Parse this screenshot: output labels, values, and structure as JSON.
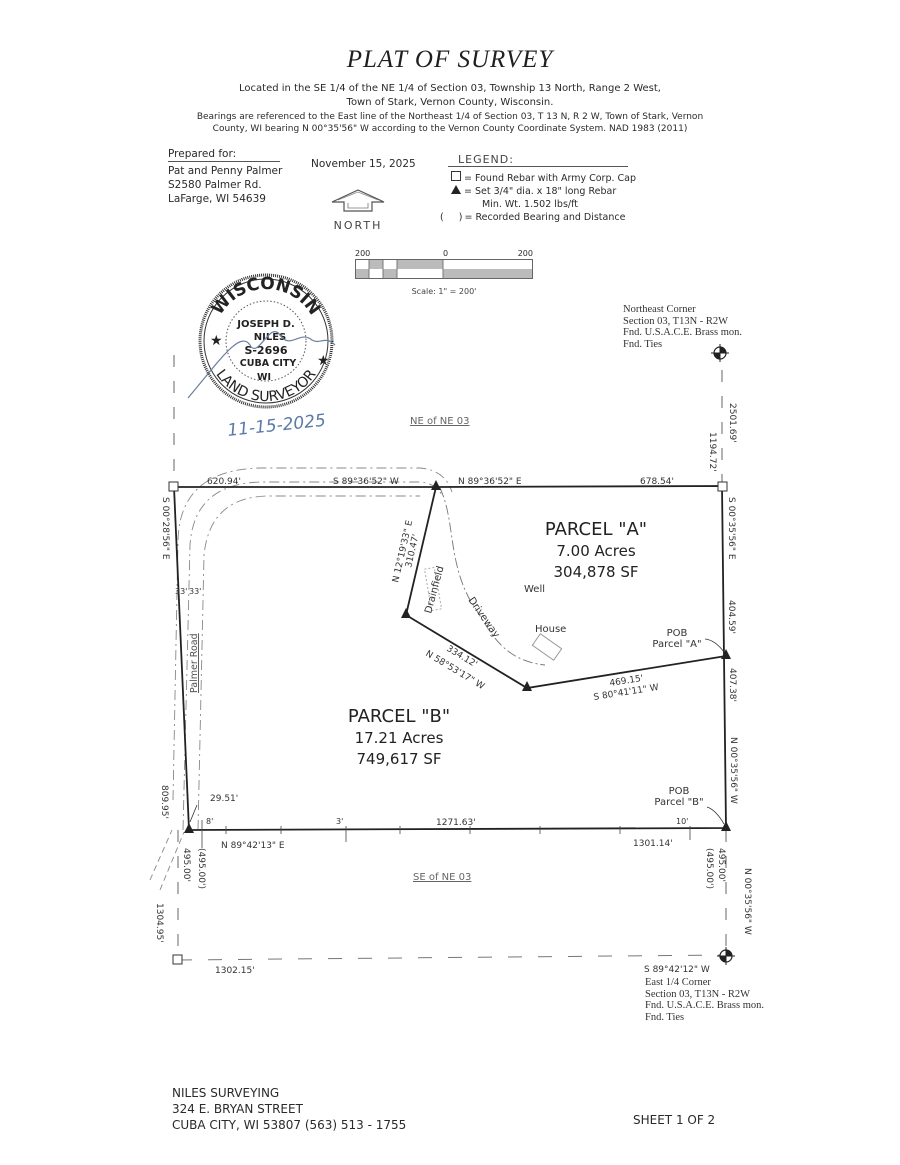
{
  "document": {
    "title": "PLAT OF SURVEY",
    "location_lines": [
      "Located in the SE 1/4 of the NE 1/4 of Section 03, Township 13 North, Range 2 West,",
      "Town of Stark, Vernon County, Wisconsin."
    ],
    "bearing_lines": [
      "Bearings are referenced to the East line of the Northeast 1/4 of Section 03, T 13 N, R 2 W, Town of Stark, Vernon",
      "County, WI bearing N 00°35'56\" W according to the Vernon County Coordinate System. NAD 1983 (2011)"
    ],
    "date": "November 15, 2025"
  },
  "prepared_for": {
    "heading": "Prepared for:",
    "name": "Pat and Penny Palmer",
    "address": "S2580 Palmer Rd.",
    "city": "LaFarge, WI 54639"
  },
  "legend": {
    "heading": "LEGEND:",
    "items": [
      {
        "symbol": "square-icon",
        "text": "= Found Rebar with Army Corp. Cap"
      },
      {
        "symbol": "triangle-icon",
        "text": "= Set 3/4\" dia. x 18\" long Rebar",
        "text2": "Min. Wt. 1.502 lbs/ft"
      },
      {
        "symbol": "parentheses",
        "glyph": "(     )",
        "text": "= Recorded Bearing and Distance"
      }
    ]
  },
  "north_arrow": {
    "label": "NORTH"
  },
  "scale_bar": {
    "left": "200",
    "middle": "0",
    "right": "200",
    "caption": "Scale: 1\" = 200'"
  },
  "seal": {
    "top": "WISCONSIN",
    "name1": "JOSEPH D.",
    "name2": "NILES",
    "license": "S-2696",
    "city": "CUBA CITY",
    "state": "WI",
    "bottom": "LAND SURVEYOR",
    "signed_date": "11-15-2025"
  },
  "corners": {
    "northeast": [
      "Northeast Corner",
      "Section 03, T13N - R2W",
      "Fnd. U.S.A.C.E. Brass mon.",
      "Fnd. Ties"
    ],
    "east_quarter": [
      "East 1/4 Corner",
      "Section 03, T13N - R2W",
      "Fnd. U.S.A.C.E. Brass mon.",
      "Fnd. Ties"
    ]
  },
  "quarter_labels": {
    "ne": "NE of NE 03",
    "se": "SE of NE 03"
  },
  "parcels": {
    "a": {
      "name": "PARCEL \"A\"",
      "acres": "7.00 Acres",
      "sf": "304,878 SF",
      "pob": "POB",
      "pob_sub": "Parcel \"A\""
    },
    "b": {
      "name": "PARCEL \"B\"",
      "acres": "17.21 Acres",
      "sf": "749,617 SF",
      "pob": "POB",
      "pob_sub": "Parcel \"B\""
    }
  },
  "features": {
    "well": "Well",
    "house": "House",
    "drainfield": "Drainfield",
    "driveway": "Driveway",
    "road": "Palmer Road"
  },
  "dimensions": {
    "north_west_dist": "620.94'",
    "north_west_bearing": "S 89°36'52\" W",
    "north_east_bearing": "N 89°36'52\" E",
    "north_east_dist": "678.54'",
    "west_bearing": "S 00°28'56\" E",
    "west_dist": "809.95'",
    "road_row": "33'",
    "road_row2": "33'",
    "east_upper_bearing": "S 00°35'56\" E",
    "east_upper_dist": "404.59'",
    "east_lower_dist": "407.38'",
    "east_lower_bearing": "N 00°35'56\" W",
    "ne_tie1": "2501.69'",
    "ne_tie2": "1194.72'",
    "line1_bearing": "N 12°19'33\" E",
    "line1_dist": "310.47'",
    "line2_dist": "334.12'",
    "line2_bearing": "N 58°53'17\" W",
    "line3_dist": "469.15'",
    "line3_bearing": "S 80°41'11\" W",
    "sw_tie": "29.51'",
    "offset8": "8'",
    "offset3": "3'",
    "offset10": "10'",
    "south_dist": "1271.63'",
    "south_bearing": "N 89°42'13\" E",
    "south_dist2": "1301.14'",
    "sw_495": "495.00'",
    "sw_495_rec": "(495.00')",
    "se_495": "495.00'",
    "se_495_rec": "(495.00')",
    "se_bearing": "N 00°35'56\" W",
    "west_tie": "1304.95'",
    "bottom_dist": "1302.15'",
    "bottom_bearing": "S 89°42'12\" W"
  },
  "footer": {
    "company": "NILES SURVEYING",
    "street": "324 E. BRYAN STREET",
    "city_phone": "CUBA CITY, WI 53807  (563) 513 - 1755",
    "sheet": "SHEET 1 OF  2"
  }
}
